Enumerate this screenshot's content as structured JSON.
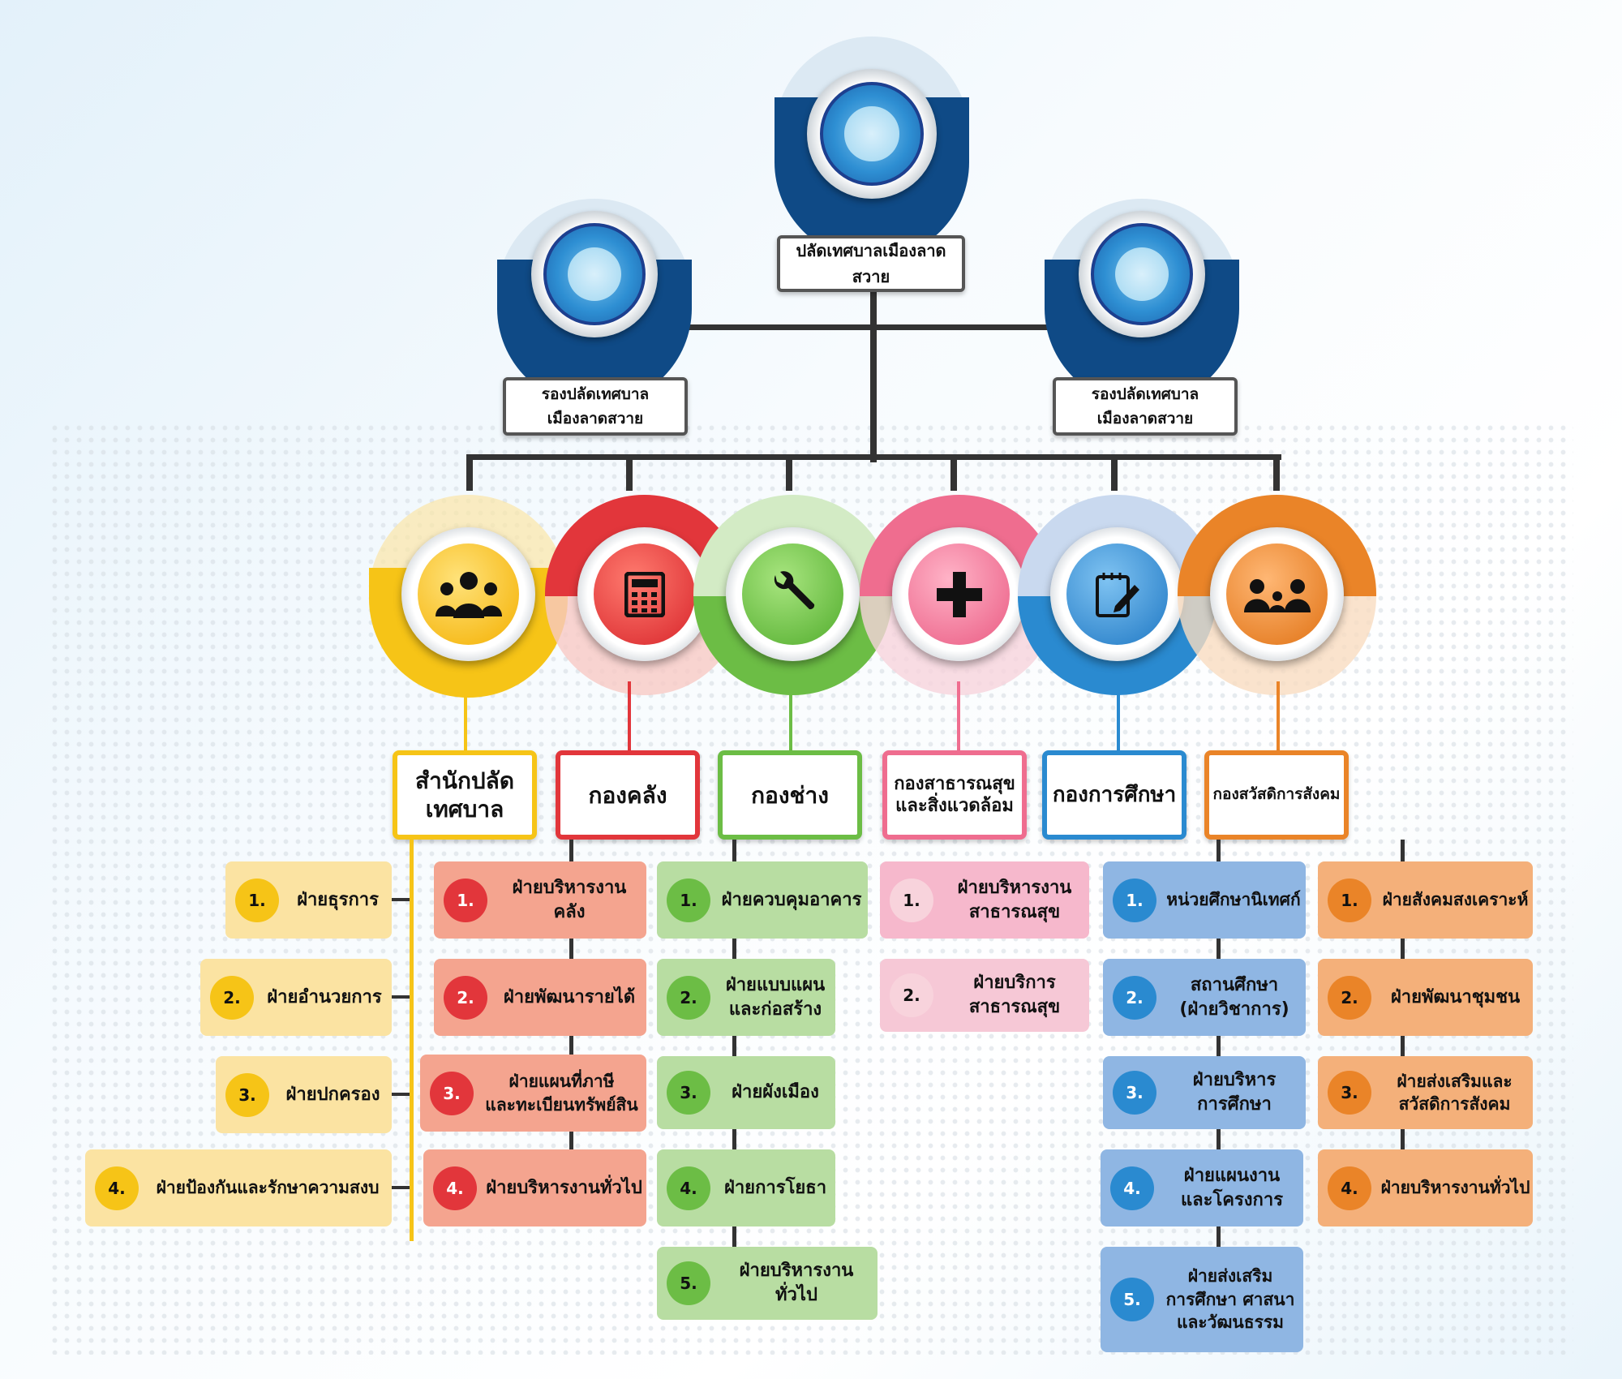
{
  "colors": {
    "navy": "#0f4a86",
    "yellow": "#f6c417",
    "red": "#e2363b",
    "green": "#6cbd45",
    "pink": "#ef6d8f",
    "blue": "#2a8ad0",
    "orange": "#ea8428"
  },
  "top": {
    "chief": {
      "title": "ปลัดเทศบาลเมืองลาดสวาย",
      "logo_icon": "municipal-seal-icon"
    },
    "deputy_left": {
      "title": "รองปลัดเทศบาล\nเมืองลาดสวาย",
      "logo_icon": "municipal-seal-icon"
    },
    "deputy_right": {
      "title": "รองปลัดเทศบาล\nเมืองลาดสวาย",
      "logo_icon": "municipal-seal-icon"
    }
  },
  "departments": [
    {
      "name": "สำนักปลัด\nเทศบาล",
      "icon": "group-people-icon",
      "color": "#f6c417",
      "items": [
        {
          "num": "1.",
          "label": "ฝ่ายธุรการ"
        },
        {
          "num": "2.",
          "label": "ฝ่ายอำนวยการ"
        },
        {
          "num": "3.",
          "label": "ฝ่ายปกครอง"
        },
        {
          "num": "4.",
          "label": "ฝ่ายป้องกันและรักษาความสงบ"
        }
      ]
    },
    {
      "name": "กองคลัง",
      "icon": "calculator-icon",
      "color": "#e2363b",
      "items": [
        {
          "num": "1.",
          "label": "ฝ่ายบริหารงานคลัง"
        },
        {
          "num": "2.",
          "label": "ฝ่ายพัฒนารายได้"
        },
        {
          "num": "3.",
          "label": "ฝ่ายแผนที่ภาษี\nและทะเบียนทรัพย์สิน"
        },
        {
          "num": "4.",
          "label": "ฝ่ายบริหารงานทั่วไป"
        }
      ]
    },
    {
      "name": "กองช่าง",
      "icon": "wrench-icon",
      "color": "#6cbd45",
      "items": [
        {
          "num": "1.",
          "label": "ฝ่ายควบคุมอาคาร"
        },
        {
          "num": "2.",
          "label": "ฝ่ายแบบแผน\nและก่อสร้าง"
        },
        {
          "num": "3.",
          "label": "ฝ่ายผังเมือง"
        },
        {
          "num": "4.",
          "label": "ฝ่ายการโยธา"
        },
        {
          "num": "5.",
          "label": "ฝ่ายบริหารงานทั่วไป"
        }
      ]
    },
    {
      "name": "กองสาธารณสุข\nและสิ่งแวดล้อม",
      "icon": "medical-cross-icon",
      "color": "#ef6d8f",
      "items": [
        {
          "num": "1.",
          "label": "ฝ่ายบริหารงาน\nสาธารณสุข"
        },
        {
          "num": "2.",
          "label": "ฝ่ายบริการ\nสาธารณสุข"
        }
      ]
    },
    {
      "name": "กองการศึกษา",
      "icon": "notepad-pencil-icon",
      "color": "#2a8ad0",
      "items": [
        {
          "num": "1.",
          "label": "หน่วยศึกษานิเทศก์"
        },
        {
          "num": "2.",
          "label": "สถานศึกษา\n(ฝ่ายวิชาการ)"
        },
        {
          "num": "3.",
          "label": "ฝ่ายบริหาร\nการศึกษา"
        },
        {
          "num": "4.",
          "label": "ฝ่ายแผนงาน\nและโครงการ"
        },
        {
          "num": "5.",
          "label": "ฝ่ายส่งเสริม\nการศึกษา ศาสนา\nและวัฒนธรรม"
        }
      ]
    },
    {
      "name": "กองสวัสดิการสังคม",
      "icon": "community-people-icon",
      "color": "#ea8428",
      "items": [
        {
          "num": "1.",
          "label": "ฝ่ายสังคมสงเคราะห์"
        },
        {
          "num": "2.",
          "label": "ฝ่ายพัฒนาชุมชน"
        },
        {
          "num": "3.",
          "label": "ฝ่ายส่งเสริมและ\nสวัสดิการสังคม"
        },
        {
          "num": "4.",
          "label": "ฝ่ายบริหารงานทั่วไป"
        }
      ]
    }
  ]
}
